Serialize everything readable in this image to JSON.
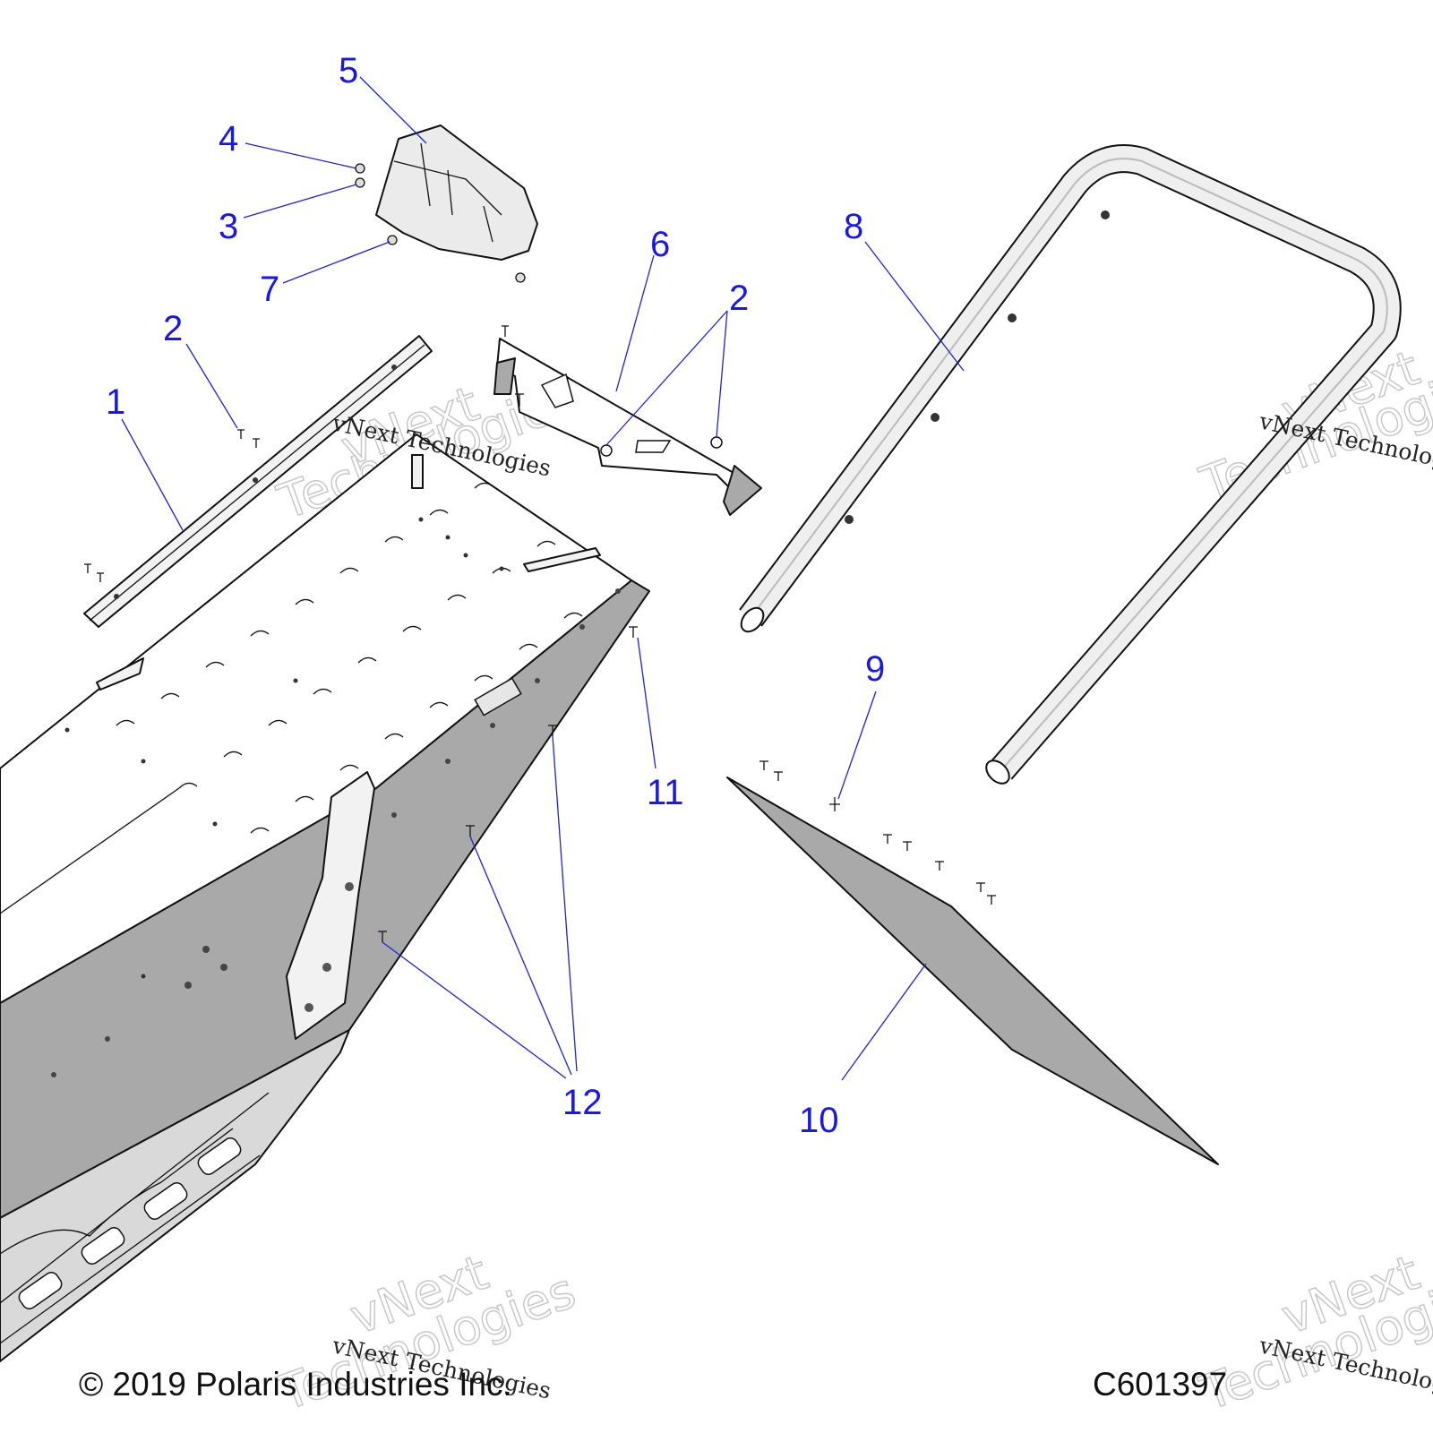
{
  "diagram": {
    "callouts": [
      {
        "id": "c1",
        "label": "1"
      },
      {
        "id": "c2a",
        "label": "2"
      },
      {
        "id": "c2b",
        "label": "2"
      },
      {
        "id": "c3",
        "label": "3"
      },
      {
        "id": "c4",
        "label": "4"
      },
      {
        "id": "c5",
        "label": "5"
      },
      {
        "id": "c6",
        "label": "6"
      },
      {
        "id": "c7",
        "label": "7"
      },
      {
        "id": "c8",
        "label": "8"
      },
      {
        "id": "c9",
        "label": "9"
      },
      {
        "id": "c10",
        "label": "10"
      },
      {
        "id": "c11",
        "label": "11"
      },
      {
        "id": "c12",
        "label": "12"
      }
    ],
    "copyright": "© 2019 Polaris Industries Inc.",
    "drawing_number": "C601397",
    "watermark": {
      "line1": "vNext Technologies",
      "line2": "vNext",
      "line3": "Technologies"
    },
    "colors": {
      "callout": "#1a1adb",
      "leader": "#2222cc",
      "panel_gray": "#a9a9a9",
      "light_gray": "#d9d9d9"
    }
  }
}
